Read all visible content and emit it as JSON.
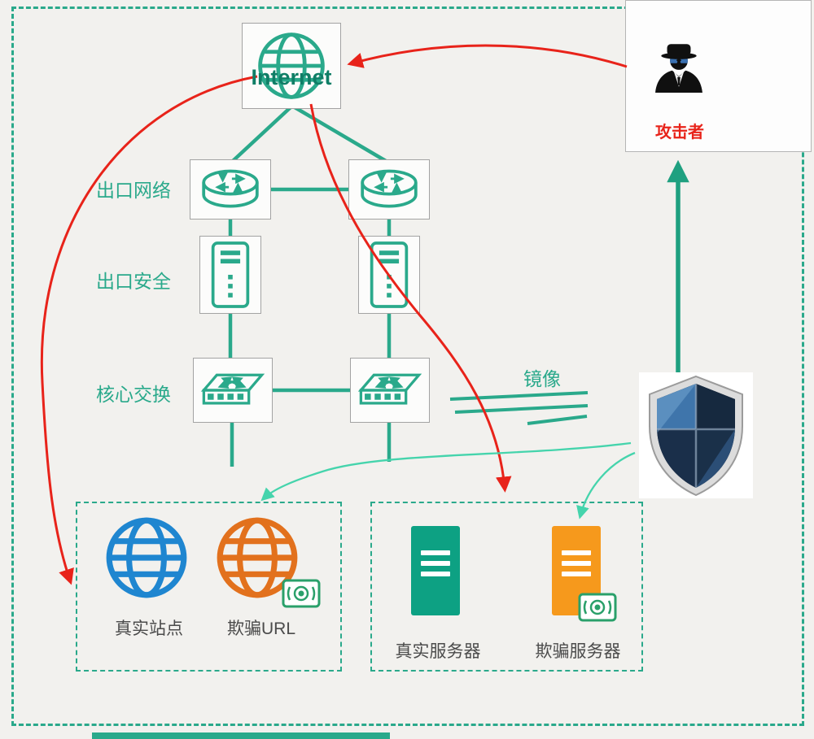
{
  "nodes": {
    "internet": "Internet",
    "attacker": "攻击者",
    "egress_network": "出口网络",
    "egress_security": "出口安全",
    "core_switch": "核心交换",
    "mirror": "镜像",
    "real_site": "真实站点",
    "fake_url": "欺骗URL",
    "real_server": "真实服务器",
    "fake_server": "欺骗服务器"
  },
  "colors": {
    "teal": "#2aa98b",
    "teal_dark": "#0f7e66",
    "light_teal": "#45d4ac",
    "green_arrow": "#1fa080",
    "red": "#e8231a",
    "blue": "#1f86d0",
    "orange": "#e2711d",
    "server_teal": "#0da183",
    "server_orange": "#f6991c",
    "label_gray": "#4b4b4b",
    "box_border": "#a3a3a3",
    "background": "#f2f1ee",
    "badge_green": "#2aa06a"
  }
}
